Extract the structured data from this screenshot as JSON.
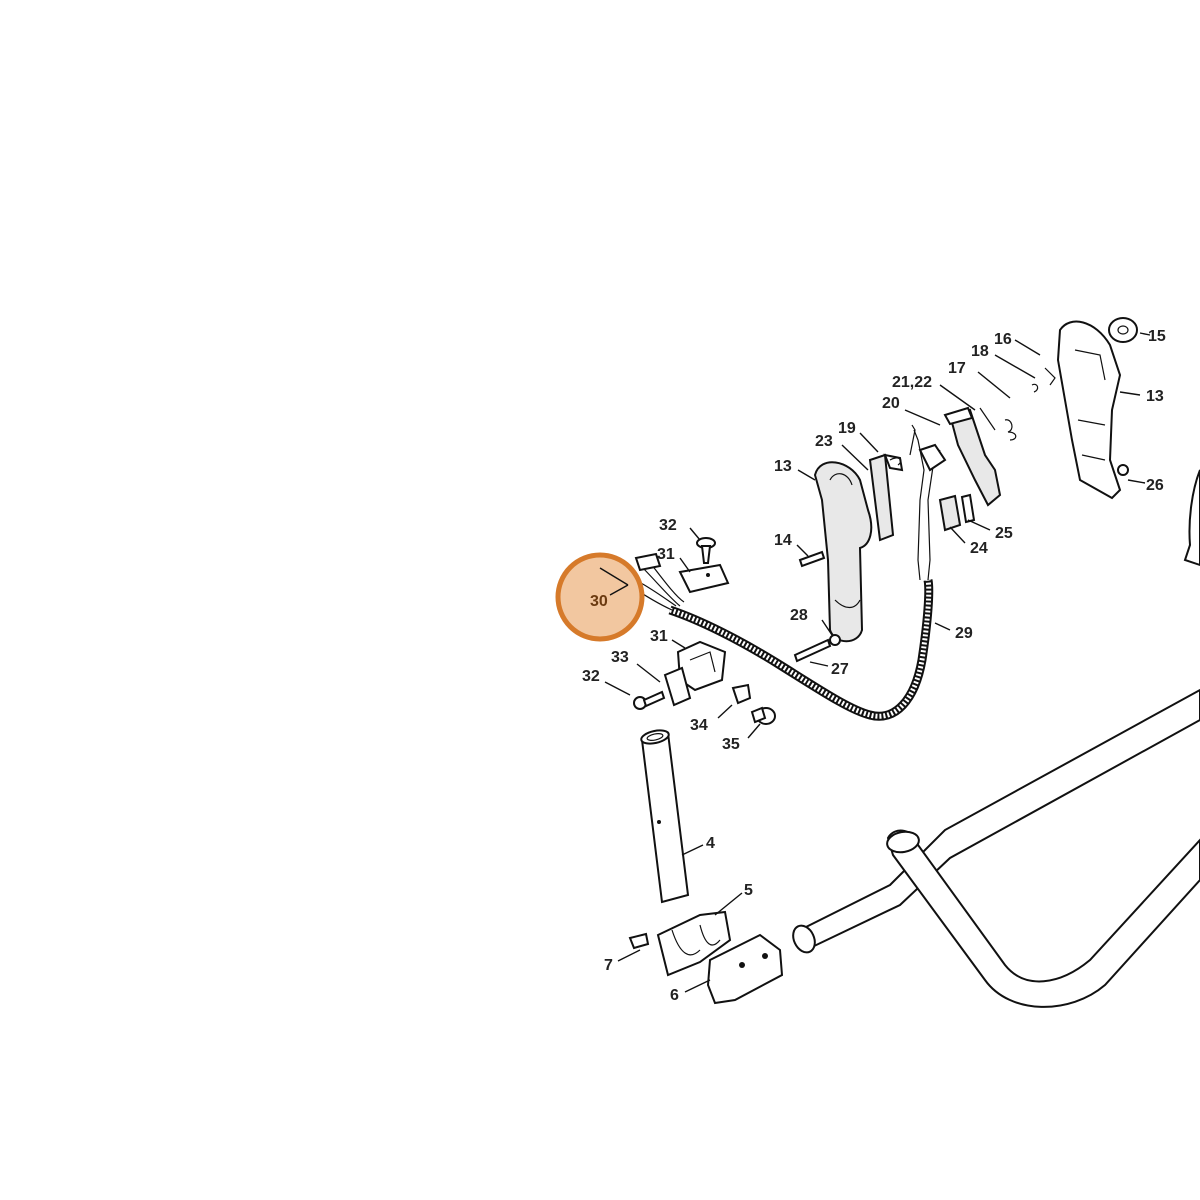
{
  "highlight": {
    "label": "30",
    "fill_color": "#f2c7a0",
    "stroke_color": "#d67a2a"
  },
  "callouts": {
    "c16": "16",
    "c15": "15",
    "c18": "18",
    "c17": "17",
    "c2122": "21,22",
    "c13a": "13",
    "c20": "20",
    "c19": "19",
    "c23": "23",
    "c13b": "13",
    "c26": "26",
    "c25": "25",
    "c24": "24",
    "c32a": "32",
    "c31a": "31",
    "c14": "14",
    "c28": "28",
    "c29": "29",
    "c31b": "31",
    "c27": "27",
    "c33": "33",
    "c32b": "32",
    "c34": "34",
    "c35": "35",
    "c4": "4",
    "c5": "5",
    "c7": "7",
    "c6": "6"
  }
}
